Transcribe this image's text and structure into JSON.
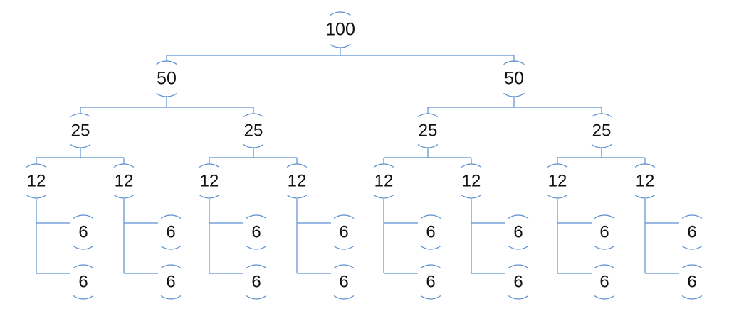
{
  "diagram": {
    "root": "100",
    "level_1": [
      "50",
      "50"
    ],
    "level_2": [
      "25",
      "25",
      "25",
      "25"
    ],
    "level_3": [
      "12",
      "12",
      "12",
      "12",
      "12",
      "12",
      "12",
      "12"
    ],
    "level_4": [
      "6",
      "6",
      "6",
      "6",
      "6",
      "6",
      "6",
      "6",
      "6",
      "6",
      "6",
      "6",
      "6",
      "6",
      "6",
      "6"
    ]
  },
  "colors": {
    "line": "#5b8fd0",
    "text": "#111111",
    "background": "#ffffff"
  }
}
